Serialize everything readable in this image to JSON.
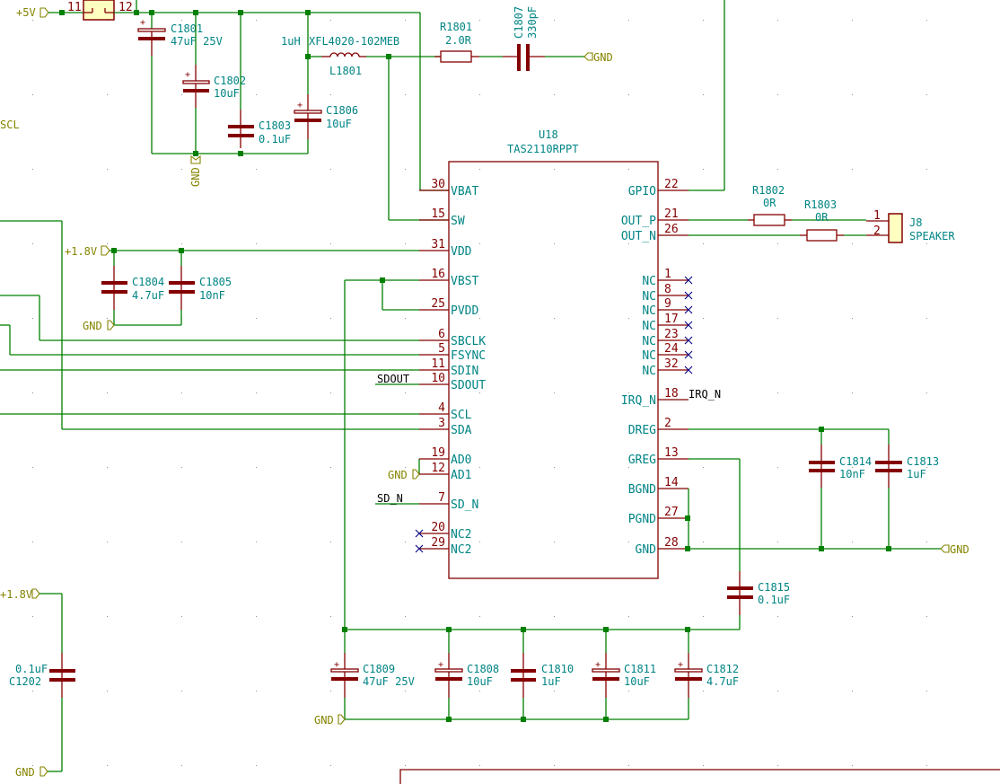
{
  "power": {
    "p5v": "+5V",
    "p1v8_a": "+1.8V",
    "p1v8_b": "+1.8V",
    "gnd_r": "GND",
    "gnd_dreg": "GND",
    "gndd_top": "GND",
    "gndd_c1804": "GND",
    "gndd_ad1": "GND",
    "gndd_bot": "GND",
    "gndd_c1202": "GND",
    "scl_left": "SCL"
  },
  "jumper": {
    "pin_a": "11",
    "pin_b": "12"
  },
  "components": {
    "C1801": {
      "ref": "C1801",
      "value": "47uF 25V"
    },
    "C1802": {
      "ref": "C1802",
      "value": "10uF"
    },
    "C1803": {
      "ref": "C1803",
      "value": "0.1uF"
    },
    "C1806": {
      "ref": "C1806",
      "value": "10uF"
    },
    "L1801": {
      "ref": "L1801",
      "value": "1uH",
      "part": "XFL4020-102MEB"
    },
    "R1801": {
      "ref": "R1801",
      "value": "2.0R"
    },
    "C1807": {
      "ref": "C1807",
      "value": "330pF"
    },
    "C1804": {
      "ref": "C1804",
      "value": "4.7uF"
    },
    "C1805": {
      "ref": "C1805",
      "value": "10nF"
    },
    "R1802": {
      "ref": "R1802",
      "value": "0R"
    },
    "R1803": {
      "ref": "R1803",
      "value": "0R"
    },
    "J8": {
      "ref": "J8",
      "value": "SPEAKER",
      "pin1": "1",
      "pin2": "2"
    },
    "C1814": {
      "ref": "C1814",
      "value": "10nF"
    },
    "C1813": {
      "ref": "C1813",
      "value": "1uF"
    },
    "C1815": {
      "ref": "C1815",
      "value": "0.1uF"
    },
    "C1809": {
      "ref": "C1809",
      "value": "47uF 25V"
    },
    "C1808": {
      "ref": "C1808",
      "value": "10uF"
    },
    "C1810": {
      "ref": "C1810",
      "value": "1uF"
    },
    "C1811": {
      "ref": "C1811",
      "value": "10uF"
    },
    "C1812": {
      "ref": "C1812",
      "value": "4.7uF"
    },
    "C1202": {
      "ref": "C1202",
      "value": "0.1uF"
    }
  },
  "ic": {
    "ref": "U18",
    "part": "TAS2110RPPT",
    "left_pins": [
      {
        "num": "30",
        "name": "VBAT"
      },
      {
        "num": "15",
        "name": "SW"
      },
      {
        "num": "31",
        "name": "VDD"
      },
      {
        "num": "16",
        "name": "VBST"
      },
      {
        "num": "25",
        "name": "PVDD"
      },
      {
        "num": "6",
        "name": "SBCLK"
      },
      {
        "num": "5",
        "name": "FSYNC"
      },
      {
        "num": "11",
        "name": "SDIN"
      },
      {
        "num": "10",
        "name": "SDOUT"
      },
      {
        "num": "4",
        "name": "SCL"
      },
      {
        "num": "3",
        "name": "SDA"
      },
      {
        "num": "19",
        "name": "AD0"
      },
      {
        "num": "12",
        "name": "AD1"
      },
      {
        "num": "7",
        "name": "SD_N"
      },
      {
        "num": "20",
        "name": "NC2"
      },
      {
        "num": "29",
        "name": "NC2"
      }
    ],
    "right_pins": [
      {
        "num": "22",
        "name": "GPIO"
      },
      {
        "num": "21",
        "name": "OUT_P"
      },
      {
        "num": "26",
        "name": "OUT_N"
      },
      {
        "num": "1",
        "name": "NC"
      },
      {
        "num": "8",
        "name": "NC"
      },
      {
        "num": "9",
        "name": "NC"
      },
      {
        "num": "17",
        "name": "NC"
      },
      {
        "num": "23",
        "name": "NC"
      },
      {
        "num": "24",
        "name": "NC"
      },
      {
        "num": "32",
        "name": "NC"
      },
      {
        "num": "18",
        "name": "IRQ_N"
      },
      {
        "num": "2",
        "name": "DREG"
      },
      {
        "num": "13",
        "name": "GREG"
      },
      {
        "num": "14",
        "name": "BGND"
      },
      {
        "num": "27",
        "name": "PGND"
      },
      {
        "num": "28",
        "name": "GND"
      }
    ]
  },
  "net_labels": {
    "sdout": "SDOUT",
    "sd_n": "SD_N",
    "irq_n": "IRQ_N"
  }
}
